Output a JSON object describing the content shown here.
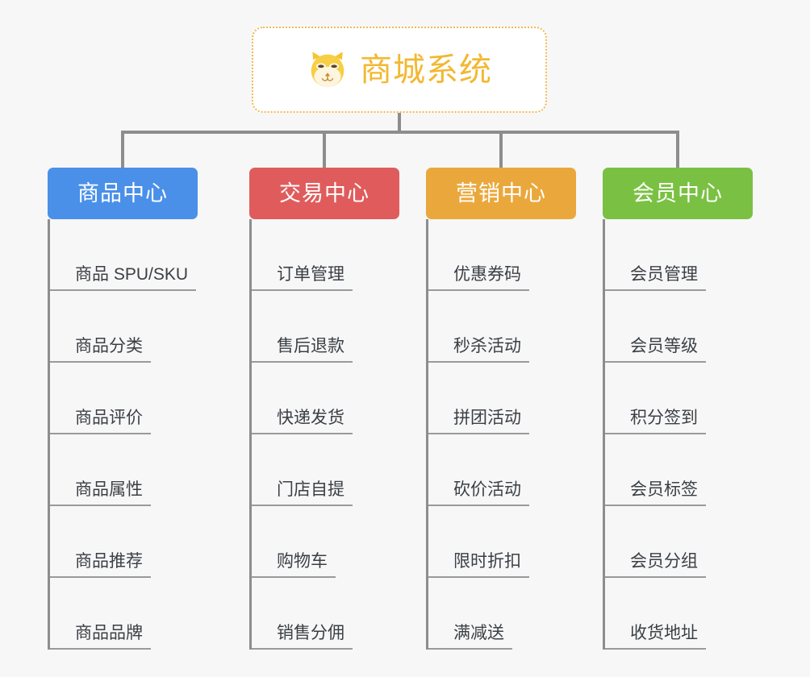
{
  "root": {
    "icon": "shiba-dog-face-icon",
    "title": "商城系统",
    "border_color": "#f2b851",
    "title_color": "#f2b831",
    "background": "#ffffff"
  },
  "page": {
    "background": "#f7f7f7",
    "connector_color": "#8d8d8d",
    "divider_color": "#9a9a9a",
    "item_text_color": "#3b3f44"
  },
  "columns": [
    {
      "label": "商品中心",
      "color": "#4a90e8",
      "items": [
        "商品 SPU/SKU",
        "商品分类",
        "商品评价",
        "商品属性",
        "商品推荐",
        "商品品牌"
      ]
    },
    {
      "label": "交易中心",
      "color": "#e05c5c",
      "items": [
        "订单管理",
        "售后退款",
        "快递发货",
        "门店自提",
        "购物车",
        "销售分佣"
      ]
    },
    {
      "label": "营销中心",
      "color": "#eaa83c",
      "items": [
        "优惠券码",
        "秒杀活动",
        "拼团活动",
        "砍价活动",
        "限时折扣",
        "满减送"
      ]
    },
    {
      "label": "会员中心",
      "color": "#7ac143",
      "items": [
        "会员管理",
        "会员等级",
        "积分签到",
        "会员标签",
        "会员分组",
        "收货地址"
      ]
    }
  ]
}
